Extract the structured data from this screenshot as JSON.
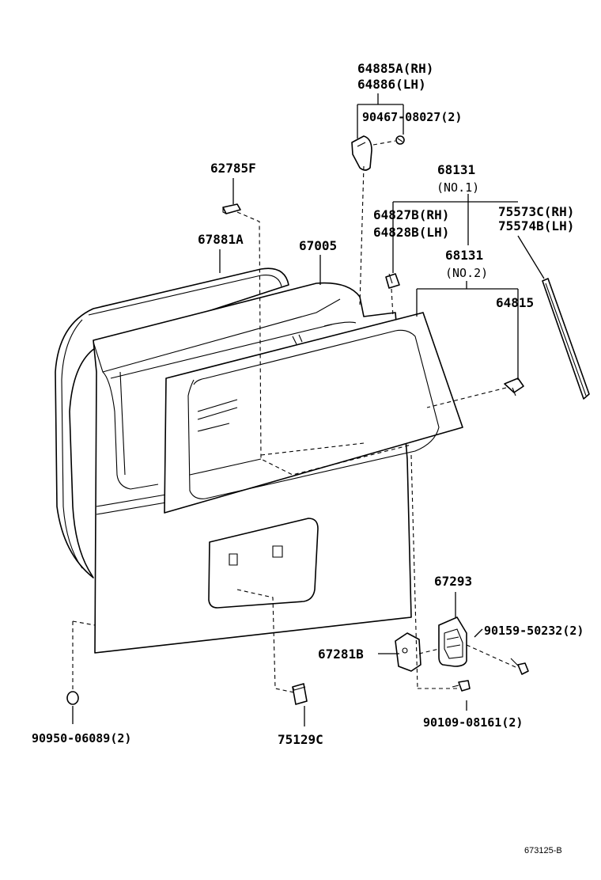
{
  "labels": {
    "p64885A": "64885A(RH)",
    "p64886": "64886(LH)",
    "p90467": "90467-08027(2)",
    "p62785F": "62785F",
    "p68131_1": "68131",
    "p68131_1_no": "(NO.1)",
    "p64827B": "64827B(RH)",
    "p64828B": "64828B(LH)",
    "p75573C": "75573C(RH)",
    "p75574B": "75574B(LH)",
    "p67881A": "67881A",
    "p67005": "67005",
    "p68131_2": "68131",
    "p68131_2_no": "(NO.2)",
    "p64815": "64815",
    "p67293": "67293",
    "p90159": "90159-50232(2)",
    "p67281B": "67281B",
    "p90109": "90109-08161(2)",
    "p90950": "90950-06089(2)",
    "p75129C": "75129C",
    "ref": "673125-B"
  },
  "icons": {
    "weatherstrip": "weatherstrip-seal",
    "door_panel": "back-door-panel",
    "glass": "back-door-glass",
    "side_molding": "side-molding-strip",
    "hinge": "hinge",
    "clip": "clip",
    "bolt": "bolt",
    "stopper": "stopper-cushion",
    "plug": "hole-plug"
  }
}
